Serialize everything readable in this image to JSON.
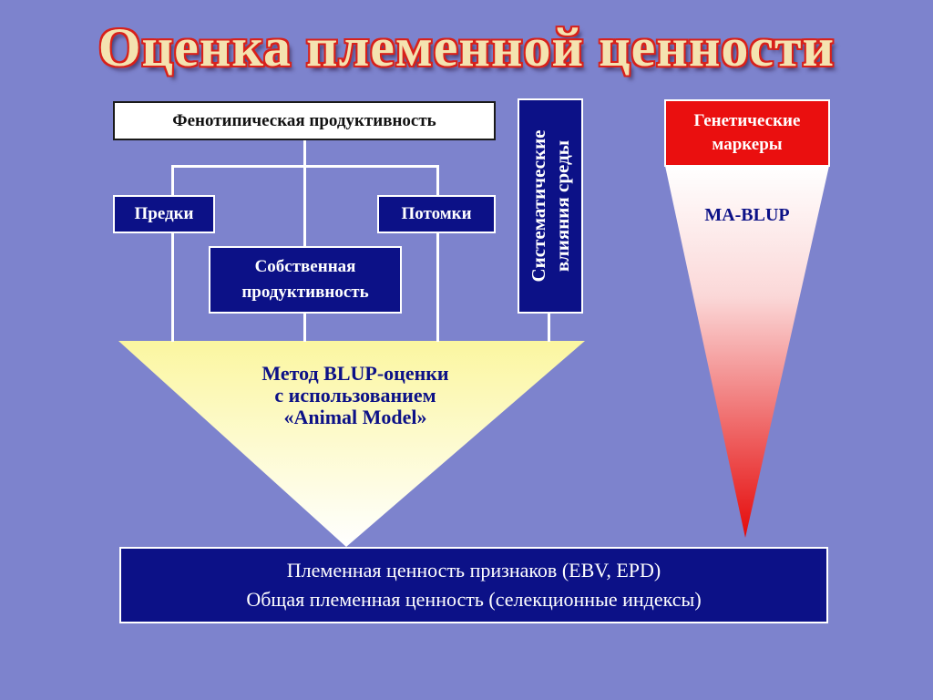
{
  "title": "Оценка племенной ценности",
  "boxes": {
    "phenotypic": "Фенотипическая продуктивность",
    "ancestors": "Предки",
    "offspring": "Потомки",
    "own_productivity_line1": "Собственная",
    "own_productivity_line2": "продуктивность",
    "systematic_line1": "Систематические",
    "systematic_line2": "влияния среды",
    "genetic_markers_line1": "Генетические",
    "genetic_markers_line2": "маркеры"
  },
  "funnel": {
    "line1": "Метод BLUP-оценки",
    "line2": "с использованием",
    "line3": "«Animal Model»"
  },
  "cone_label": "MA-BLUP",
  "result": {
    "line1": "Племенная ценность признаков (EBV, EPD)",
    "line2": "Общая племенная ценность (селекционные индексы)"
  },
  "colors": {
    "background": "#7d83cd",
    "box_blue": "#0c1187",
    "marker_red": "#ea0f0f",
    "funnel_yellow": "#fbf6a0"
  }
}
